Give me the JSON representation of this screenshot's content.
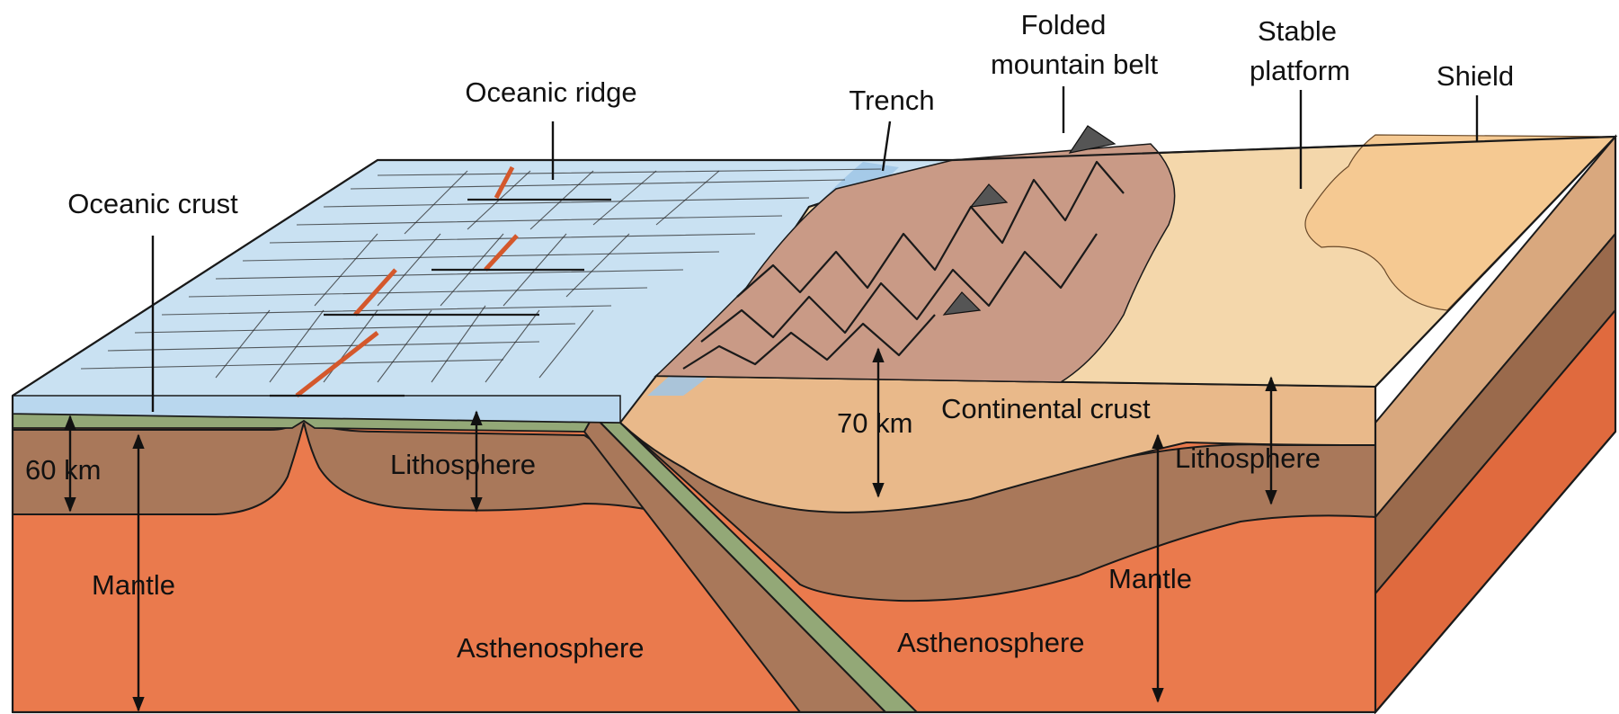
{
  "labels": {
    "oceanic_crust": "Oceanic crust",
    "oceanic_ridge": "Oceanic ridge",
    "trench": "Trench",
    "folded_mountain_belt_1": "Folded",
    "folded_mountain_belt_2": "mountain belt",
    "stable_platform_1": "Stable",
    "stable_platform_2": "platform",
    "shield": "Shield",
    "km60": "60 km",
    "km70": "70 km",
    "lithosphere_left": "Lithosphere",
    "lithosphere_right": "Lithosphere",
    "continental_crust": "Continental crust",
    "mantle_left": "Mantle",
    "mantle_right": "Mantle",
    "asthenosphere_left": "Asthenosphere",
    "asthenosphere_right": "Asthenosphere"
  },
  "colors": {
    "ocean_water": "#c9e1f2",
    "ocean_floor": "#a9cde8",
    "oceanic_crust": "#93a877",
    "lithosphere": "#a9785a",
    "asthenosphere": "#ea7a4d",
    "asthenosphere_side": "#e06a3e",
    "continental_crust": "#e9b98a",
    "continental_surface": "#f4d7ab",
    "mountains": "#c99a86",
    "shield": "#f5c992",
    "ridge": "#d4582c"
  }
}
